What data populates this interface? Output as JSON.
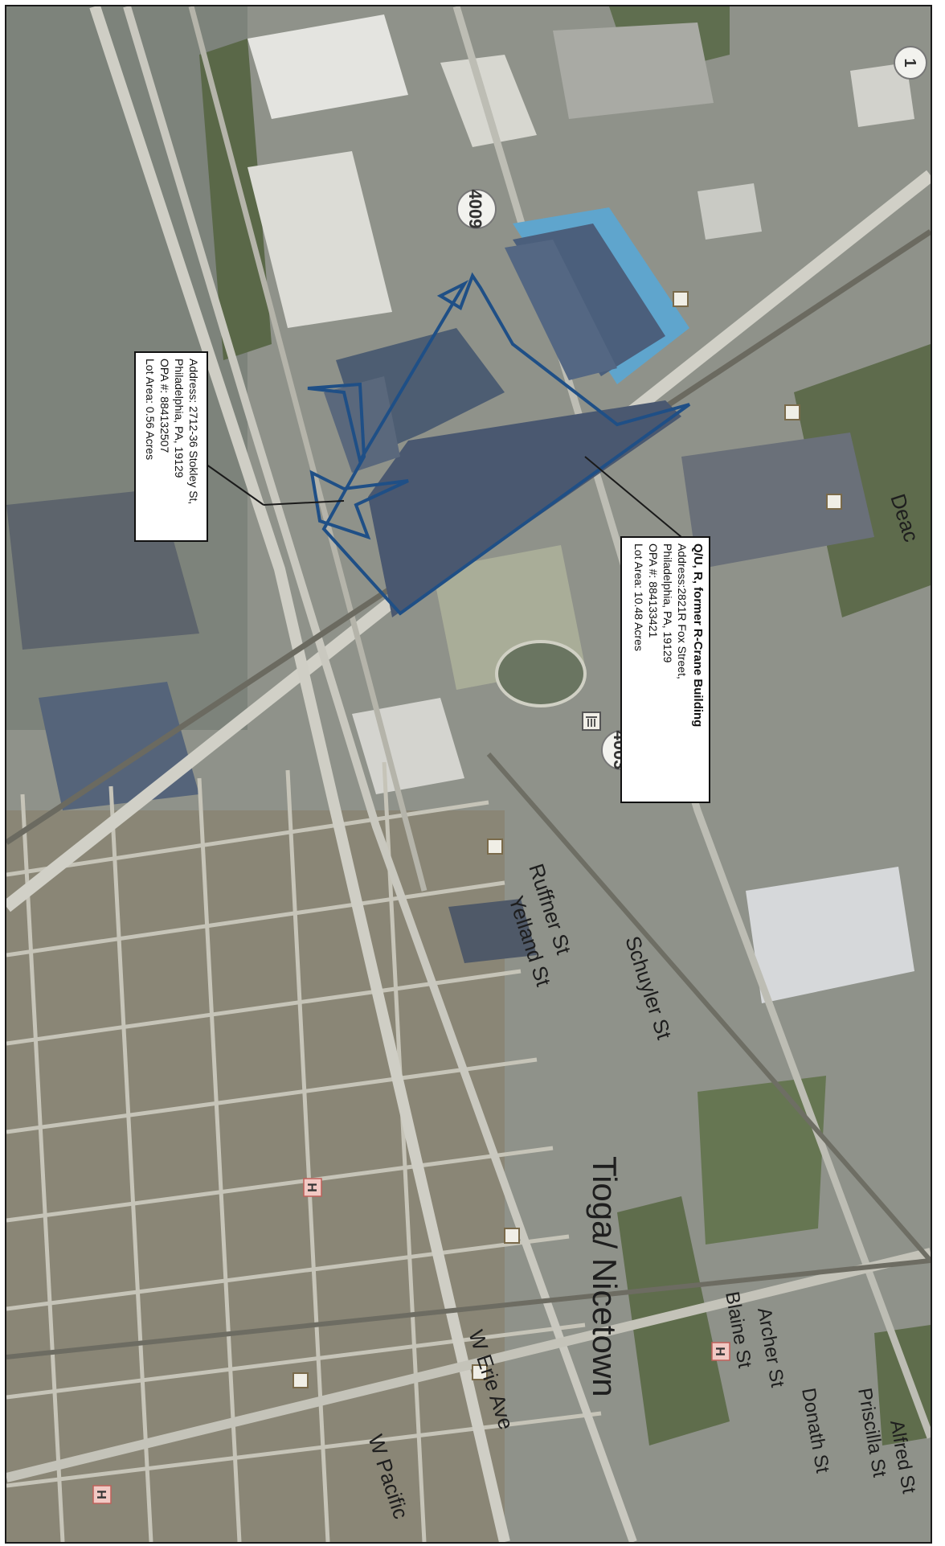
{
  "map": {
    "neighborhood_label": "Tioga/ Nicetown",
    "street_labels": {
      "ruffner": "Ruffner St",
      "schuyler": "Schuyler St",
      "yelland": "Yelland St",
      "w_erie": "W Erie Ave",
      "w_pacific": "W Pacific",
      "blaine": "Blaine St",
      "archer": "Archer St",
      "donath": "Donath St",
      "priscilla": "Priscilla St",
      "alfred": "Alfred St",
      "deacon": "Deac"
    },
    "route_shields": {
      "r4009": "4009",
      "r4003": "4003",
      "r1": "1"
    },
    "marker_h": "H"
  },
  "callouts": {
    "crane": {
      "title": "Q/U, R, former R-Crane Building",
      "address": "Address:2821R Fox Street,",
      "city": "Philadelphia, PA, 19129",
      "opa": "OPA #: 884133421",
      "lot_area": "Lot Area: 10.48 Acres"
    },
    "stokley": {
      "address": "Address: 2712-36 Stokley St,",
      "city": "Philadelphia, PA, 19129",
      "opa": "OPA #: 884132507",
      "lot_area": "Lot Area: 0.56 Acres"
    }
  },
  "colors": {
    "parcel_outline": "#1f4f86",
    "building_roof": "#4a5a6e",
    "highlight_roof": "#5aa0c8",
    "road": "#cfcfc6",
    "vegetation": "#5e6b4c",
    "callout_bg": "#ffffff"
  }
}
